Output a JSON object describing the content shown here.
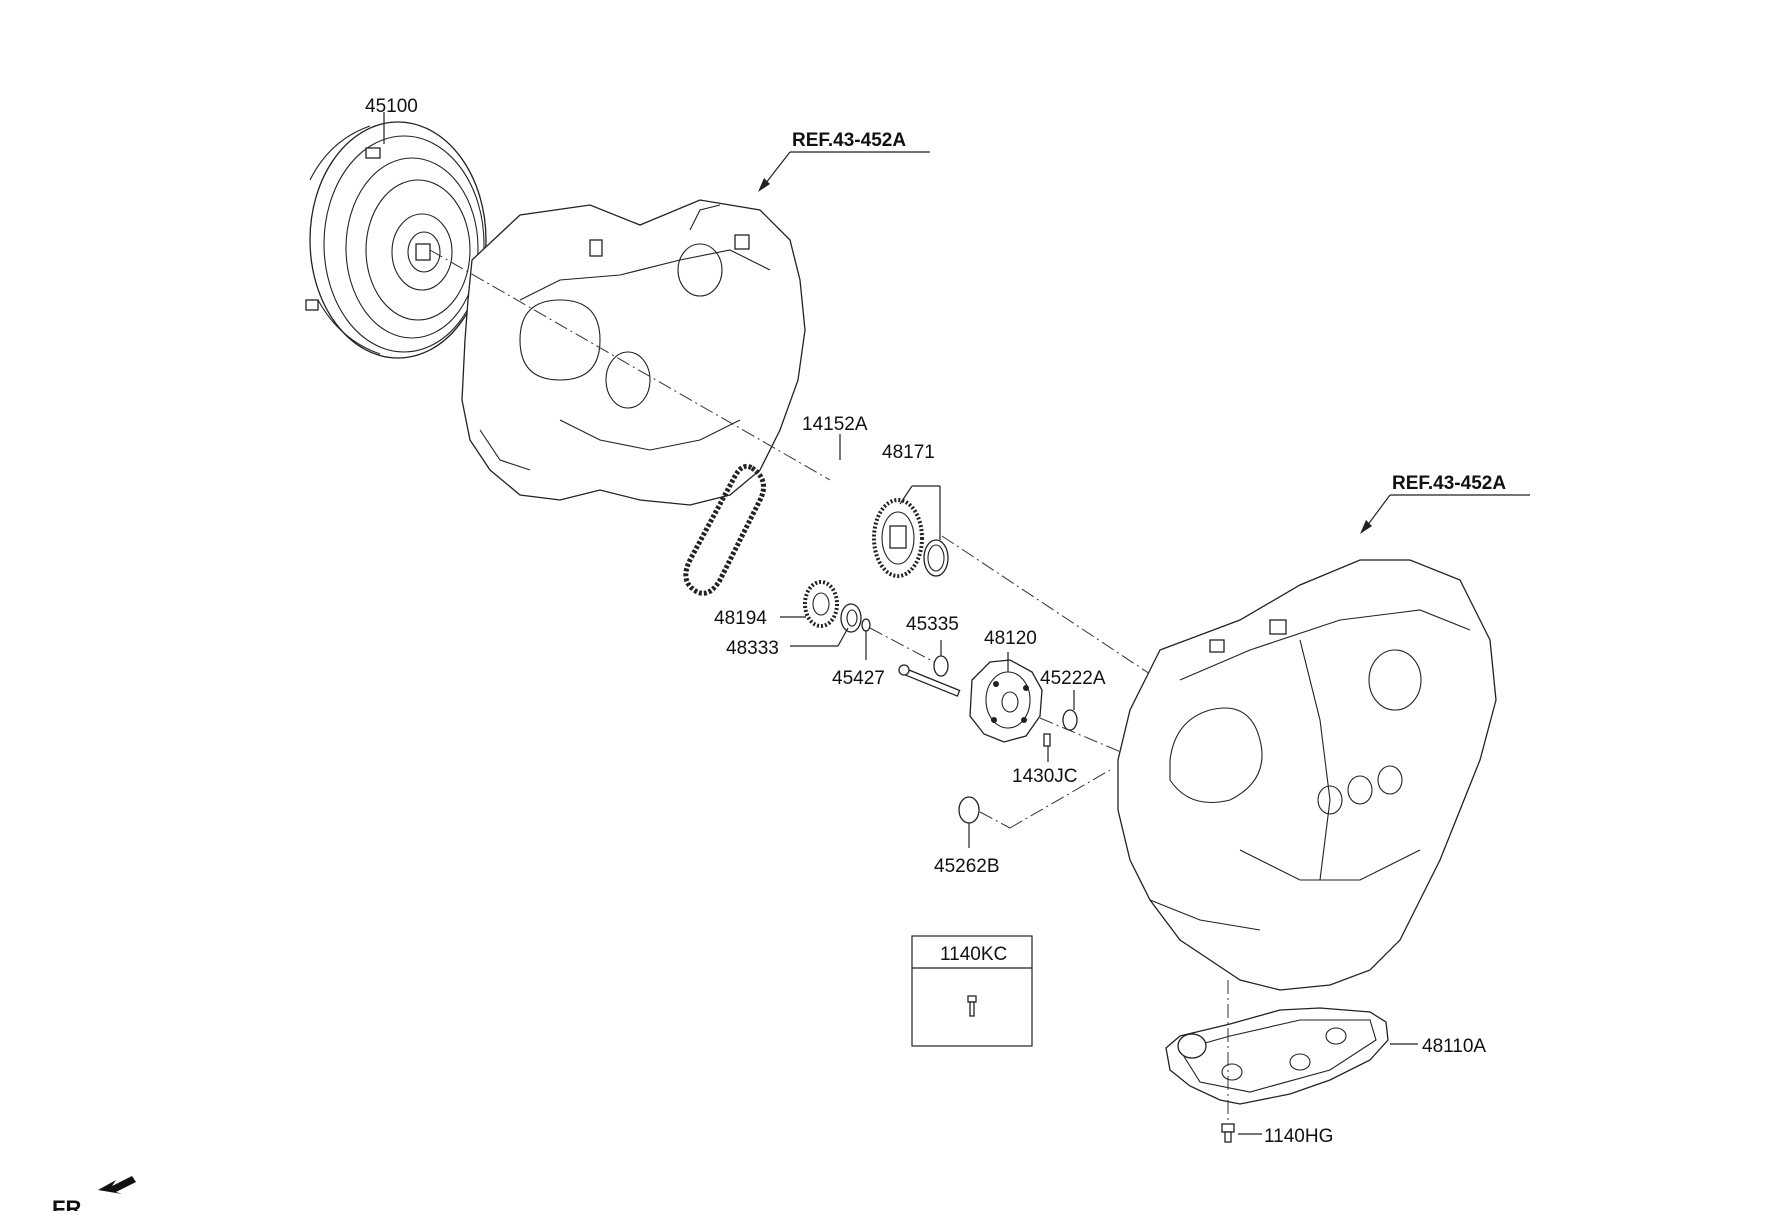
{
  "labels": {
    "torque_converter": "45100",
    "ref_upper": "REF.43-452A",
    "ref_lower": "REF.43-452A",
    "chain": "14152A",
    "sprocket_upper": "48171",
    "sprocket_lower": "48194",
    "bearing": "48333",
    "clip_small": "45427",
    "snap_ring": "45335",
    "oil_pump": "48120",
    "o_ring_a": "45222A",
    "pin": "1430JC",
    "o_ring_b": "45262B",
    "bolt_box": "1140KC",
    "oil_filter": "48110A",
    "filter_bolt": "1140HG",
    "front": "FR."
  }
}
